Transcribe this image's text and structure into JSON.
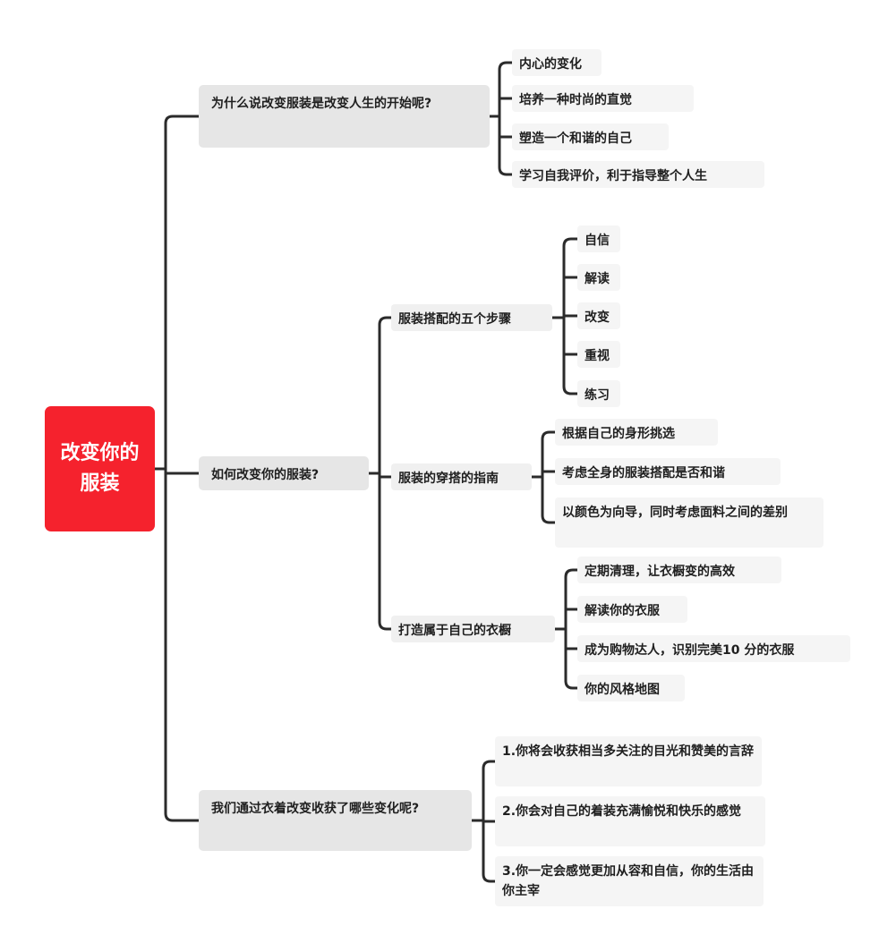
{
  "root": "改变你的服装",
  "branches": [
    {
      "label": "为什么说改变服装是改变人生的开始呢?",
      "children": [
        "内心的变化",
        "培养一种时尚的直觉",
        "塑造一个和谐的自己",
        "学习自我评价，利于指导整个人生"
      ]
    },
    {
      "label": "如何改变你的服装?",
      "children": [
        {
          "label": "服装搭配的五个步骤",
          "children": [
            "自信",
            "解读",
            "改变",
            "重视",
            "练习"
          ]
        },
        {
          "label": "服装的穿搭的指南",
          "children": [
            "根据自己的身形挑选",
            "考虑全身的服装搭配是否和谐",
            "以颜色为向导，同时考虑面料之间的差别"
          ]
        },
        {
          "label": "打造属于自己的衣橱",
          "children": [
            "定期清理，让衣橱变的高效",
            "解读你的衣服",
            "成为购物达人，识别完美10 分的衣服",
            "你的风格地图"
          ]
        }
      ]
    },
    {
      "label": "我们通过衣着改变收获了哪些变化呢?",
      "children": [
        "1.你将会收获相当多关注的目光和赞美的言辞",
        "2.你会对自己的着装充满愉悦和快乐的感觉",
        "3.你一定会感觉更加从容和自信，你的生活由你主宰"
      ]
    }
  ]
}
